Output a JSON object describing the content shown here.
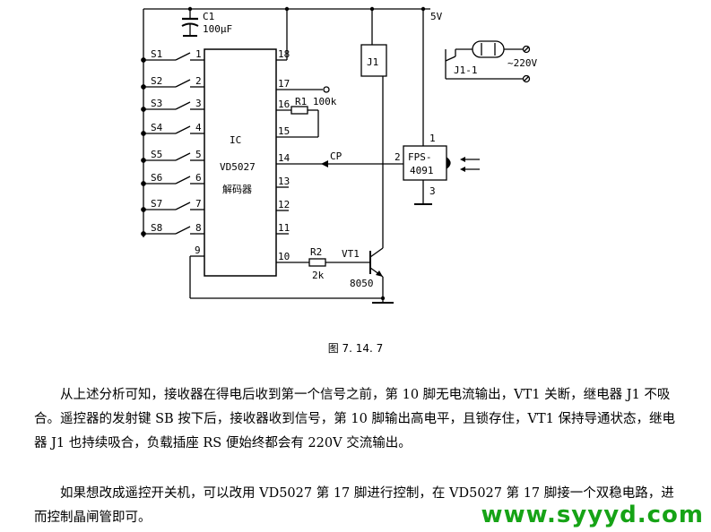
{
  "figure": {
    "caption": "图 7. 14. 7",
    "ic": {
      "line1": "IC",
      "line2": "VD5027",
      "line3": "解码器"
    },
    "left_pins": [
      "1",
      "2",
      "3",
      "4",
      "5",
      "6",
      "7",
      "8",
      "9"
    ],
    "right_pins": [
      "18",
      "17",
      "16",
      "15",
      "14",
      "13",
      "12",
      "11",
      "10"
    ],
    "switches": [
      "S1",
      "S2",
      "S3",
      "S4",
      "S5",
      "S6",
      "S7",
      "S8"
    ],
    "c1": {
      "name": "C1",
      "value": "100μF"
    },
    "r1": "R1  100k",
    "r2": {
      "name": "R2",
      "value": "2k"
    },
    "cp": "CP",
    "vt1": {
      "name": "VT1",
      "model": "8050"
    },
    "j1": "J1",
    "supply": "5V",
    "receiver": {
      "line1": "FPS-",
      "line2": "4091",
      "pin1": "1",
      "pin2": "2",
      "pin3": "3"
    },
    "contact": "J1-1",
    "ac": "~220V"
  },
  "body": {
    "p1": "从上述分析可知，接收器在得电后收到第一个信号之前，第 10 脚无电流输出，VT1 关断，继电器 J1 不吸合。遥控器的发射键 SB 按下后，接收器收到信号，第 10 脚输出高电平，且锁存住，VT1 保持导通状态，继电器 J1 也持续吸合，负载插座 RS 便始终都会有 220V 交流输出。",
    "p2": "如果想改成遥控开关机，可以改用 VD5027 第 17 脚进行控制，在 VD5027 第 17 脚接一个双稳电路，进而控制晶闸管即可。"
  },
  "watermark": "www.syyyd.com"
}
